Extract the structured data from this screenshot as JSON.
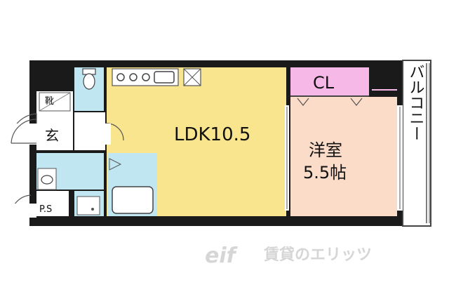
{
  "rooms": {
    "ldk": "LDK10.5",
    "western_name": "洋室",
    "western_size": "5.5帖",
    "closet": "CL",
    "balcony": "バルコニー",
    "entrance": "玄",
    "shoe_box": "靴",
    "pipe_space": "P.S"
  },
  "watermark": {
    "logo": "eif",
    "brand": "賃貸のエリッツ"
  },
  "colors": {
    "ldk": "#f9e58e",
    "western": "#fbdcc8",
    "closet": "#f6b8e6",
    "wet_area": "#bfe6f1",
    "wall": "#1a1a1a",
    "watermark": "#d6d6d6"
  }
}
